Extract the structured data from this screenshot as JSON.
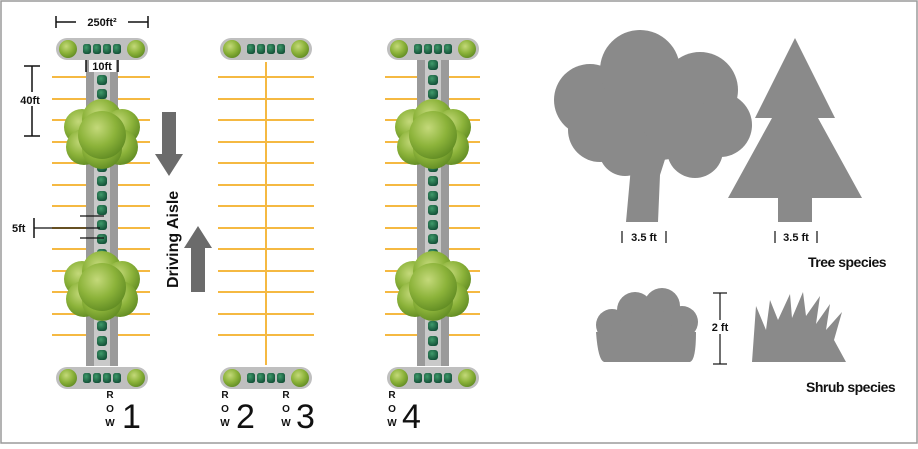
{
  "colors": {
    "stall_line": "#f5b942",
    "island": "#9a9a9a",
    "curb": "#bfbfbf",
    "shrub_dark": "#1f6b47",
    "tree_canopy": "#8cb33a",
    "silhouette": "#8a8a8a",
    "arrow": "#6b6b6b",
    "border": "#9a9a9a"
  },
  "dimensions": {
    "width": "250ft²",
    "island_width": "10ft",
    "stall_depth": "40ft",
    "stall_gap": "5ft"
  },
  "aisle": {
    "label": "Driving Aisle"
  },
  "rows": [
    {
      "letters": [
        "R",
        "O",
        "W"
      ],
      "number": "1"
    },
    {
      "letters": [
        "R",
        "O",
        "W"
      ],
      "number": "2"
    },
    {
      "letters": [
        "R",
        "O",
        "W"
      ],
      "number": "3"
    },
    {
      "letters": [
        "R",
        "O",
        "W"
      ],
      "number": "4"
    }
  ],
  "legend": {
    "tree_trunk_width_1": "3.5 ft",
    "tree_trunk_width_2": "3.5 ft",
    "tree_label": "Tree species",
    "shrub_height": "2 ft",
    "shrub_label": "Shrub species"
  }
}
